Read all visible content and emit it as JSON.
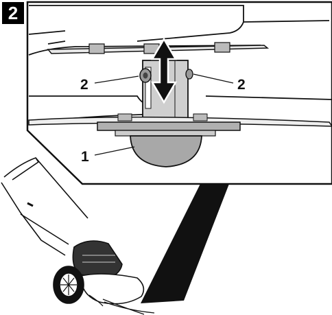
{
  "figure": {
    "step_number": "2",
    "callouts": [
      {
        "id": "adjustment-bolt-left",
        "label": "2"
      },
      {
        "id": "adjustment-bolt-right",
        "label": "2"
      },
      {
        "id": "trim-head-guard",
        "label": "1"
      }
    ],
    "icons": [
      "up-down-arrow-icon",
      "string-trimmer-mower-icon",
      "zoom-wedge-icon"
    ],
    "colors": {
      "background": "#ffffff",
      "line": "#1a1a1a",
      "panel_fill": "#d9d9d9",
      "badge_bg": "#000000",
      "badge_text": "#ffffff"
    }
  }
}
